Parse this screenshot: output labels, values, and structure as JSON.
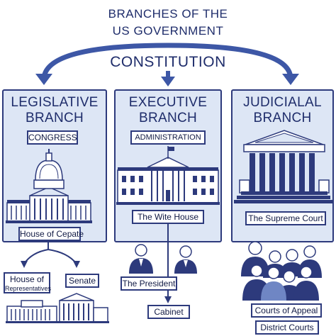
{
  "title": {
    "line1": "BRANCHES OF THE",
    "line2": "US GOVERNMENT"
  },
  "constitution": "CONSTITUTION",
  "branches": {
    "legislative": {
      "title": "LEGISLATIVE\nBRANCH",
      "subtitle": "CONGRESS",
      "building_label": "House of Cepate",
      "children": [
        "House of",
        "Representatives",
        "Senate"
      ]
    },
    "executive": {
      "title": "EXECUTIVE\nBRANCH",
      "subtitle": "ADMINISTRATION",
      "building_label": "The Wite House",
      "children": [
        "The President",
        "Cabinet"
      ]
    },
    "judicial": {
      "title": "JUDICIALAL\nBRANCH",
      "building_label": "The Supreme Court",
      "children": [
        "Courts of Appeal",
        "District Courts"
      ]
    }
  },
  "colors": {
    "navy": "#1f2d6b",
    "line": "#2d3a7c",
    "arrow": "#3d57a6",
    "panel": "#dde6f5",
    "accent": "#6f86c4"
  },
  "icons": [
    "capitol-icon",
    "white-house-icon",
    "supreme-court-icon",
    "person-icon",
    "building-icon"
  ]
}
